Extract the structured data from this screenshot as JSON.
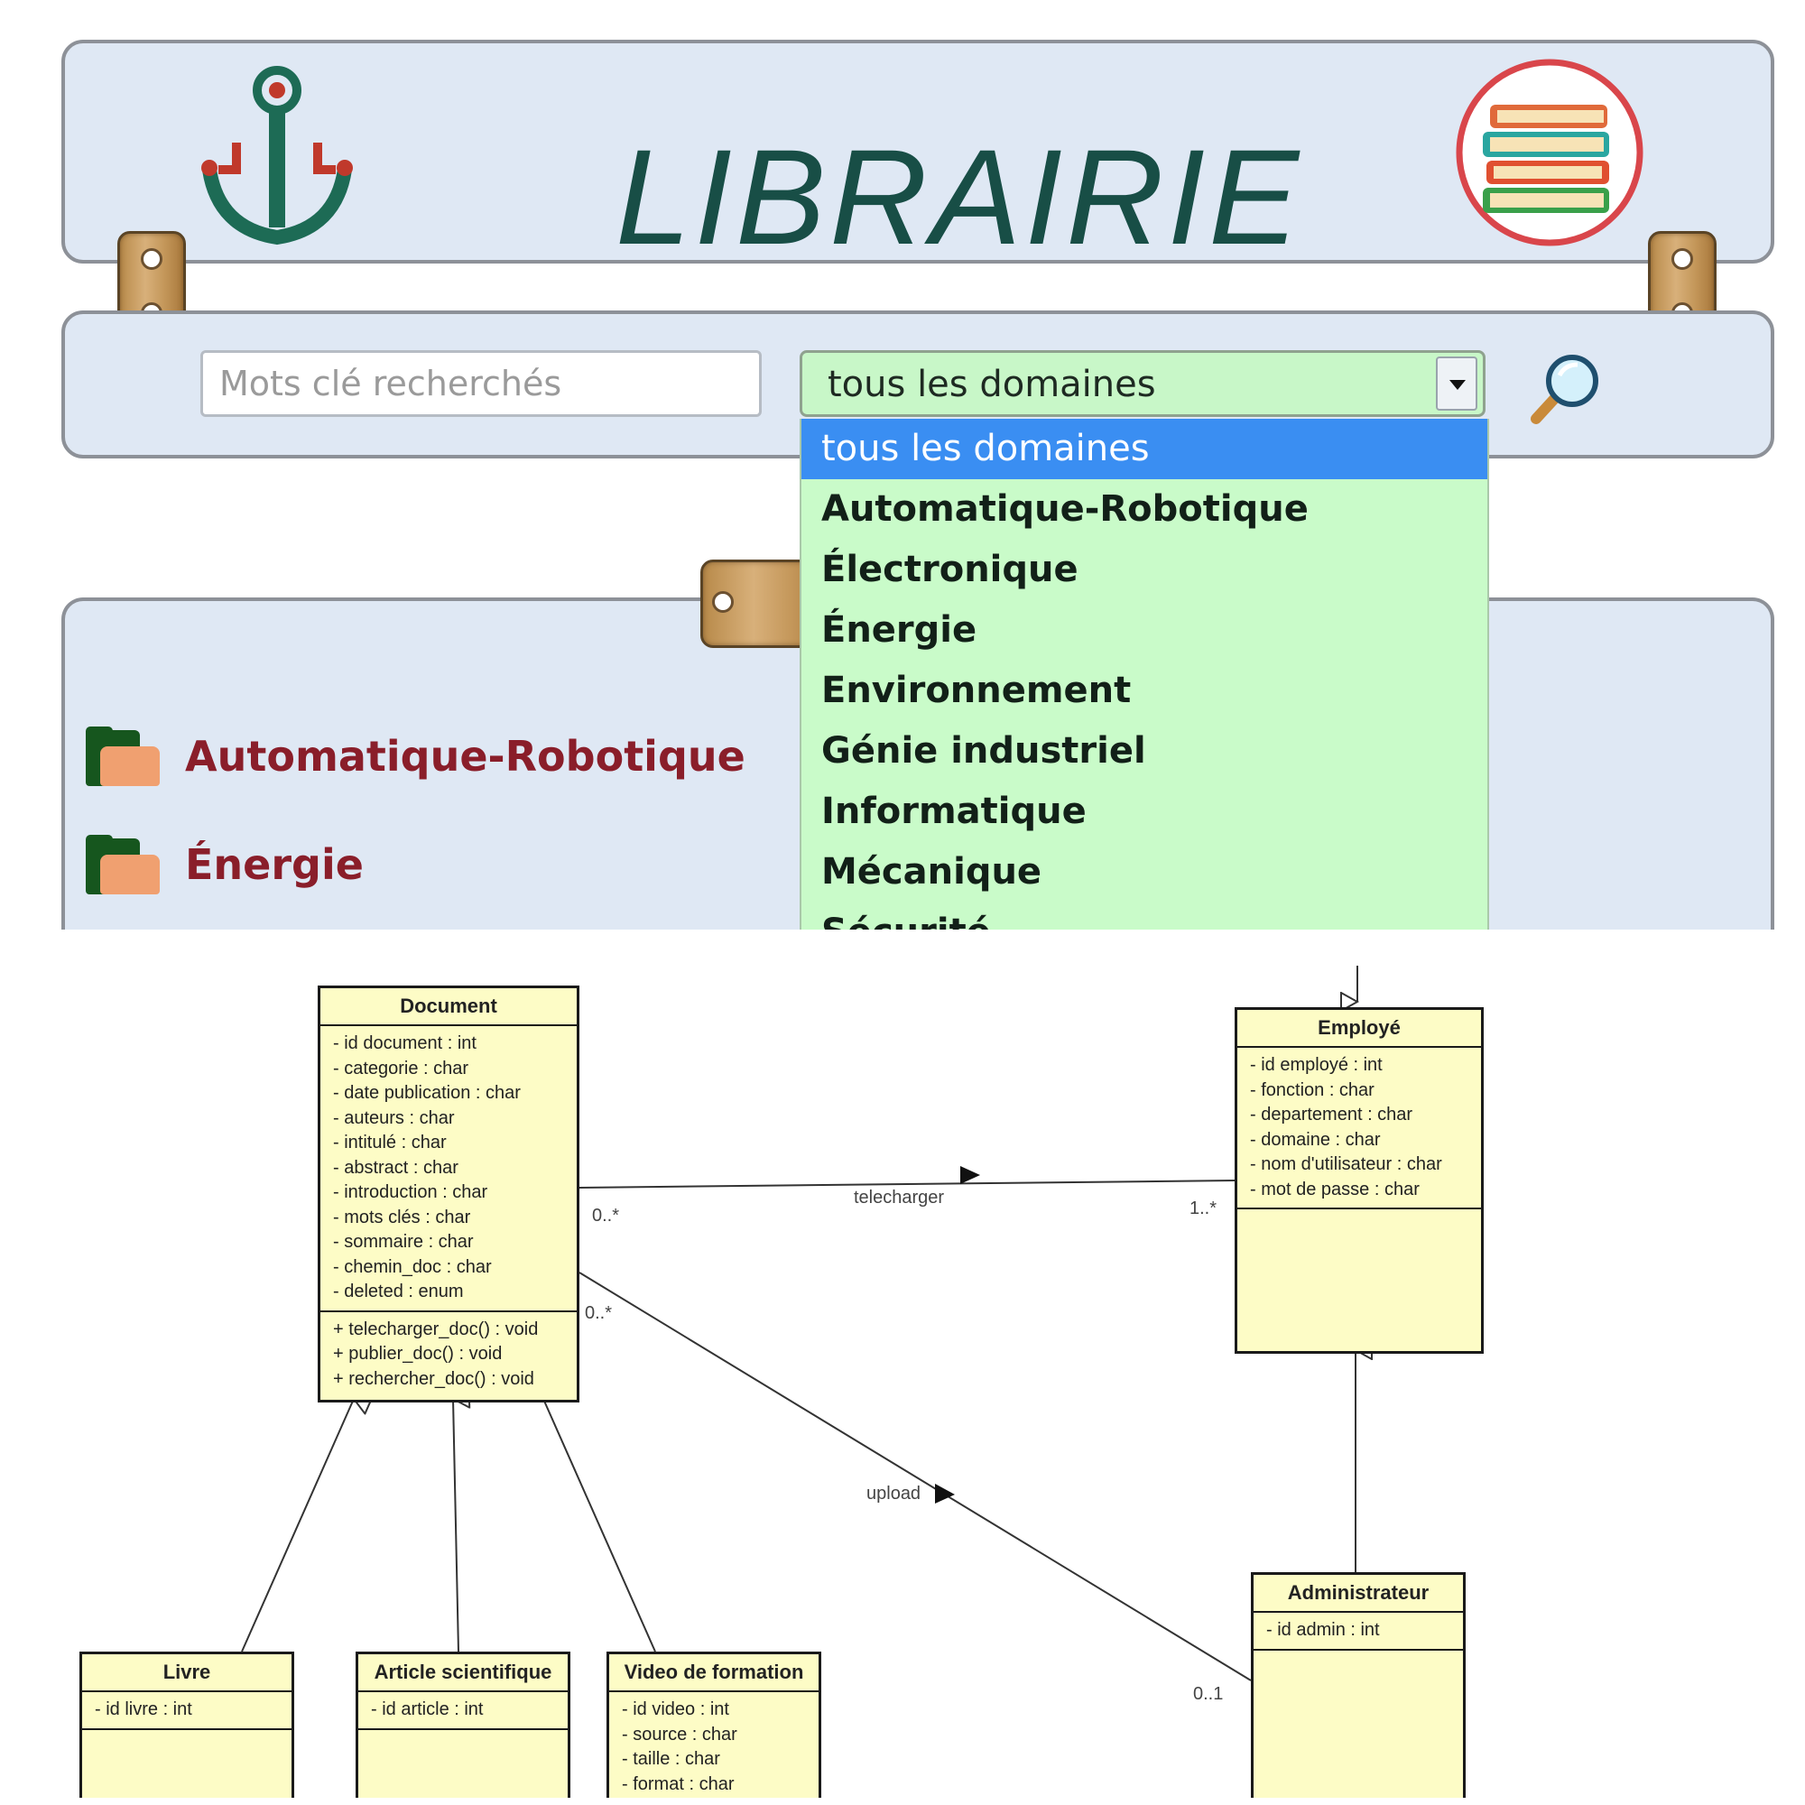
{
  "header": {
    "title": "LIBRAIRIE"
  },
  "search": {
    "placeholder": "Mots clé recherchés",
    "domain_selected": "tous les domaines"
  },
  "dropdown": {
    "options": [
      "tous les domaines",
      "Automatique-Robotique",
      "Électronique",
      "Énergie",
      "Environnement",
      "Génie industriel",
      "Informatique",
      "Mécanique",
      "Sécurité"
    ]
  },
  "categories": [
    "Automatique-Robotique",
    "Énergie"
  ],
  "icons": {
    "logo": "anchor-logo-icon",
    "books": "books-icon",
    "search": "magnifier-icon",
    "folder": "folder-icon"
  },
  "colors": {
    "title": "#184e46",
    "panel": "#dfe8f4",
    "select_bg": "#c8f7c8",
    "selected_option": "#3a8ef2",
    "category_text": "#8a1e2a",
    "uml_class_bg": "#fdfcc6"
  },
  "uml": {
    "document": {
      "name": "Document",
      "attributes": [
        "- id document : int",
        "- categorie : char",
        "- date publication : char",
        "- auteurs : char",
        "- intitulé : char",
        "- abstract : char",
        "- introduction : char",
        "- mots clés : char",
        "- sommaire : char",
        "- chemin_doc : char",
        "- deleted : enum"
      ],
      "operations": [
        "+ telecharger_doc() : void",
        "+ publier_doc() : void",
        "+ rechercher_doc() : void"
      ]
    },
    "employe": {
      "name": "Employé",
      "attributes": [
        "- id employé : int",
        "- fonction : char",
        "- departement : char",
        "- domaine : char",
        "- nom d'utilisateur : char",
        "- mot de passe : char"
      ]
    },
    "administrateur": {
      "name": "Administrateur",
      "attributes": [
        "- id admin : int"
      ]
    },
    "livre": {
      "name": "Livre",
      "attributes": [
        "- id livre : int"
      ]
    },
    "article": {
      "name": "Article scientifique",
      "attributes": [
        "- id article : int"
      ]
    },
    "video": {
      "name": "Video de formation",
      "attributes": [
        "- id video : int",
        "- source : char",
        "- taille : char",
        "- format : char"
      ]
    },
    "assoc_telecharger": {
      "label": "telecharger",
      "mult_doc": "0..*",
      "mult_emp": "1..*"
    },
    "assoc_upload": {
      "label": "upload",
      "mult_doc": "0..*",
      "mult_admin": "0..1"
    }
  }
}
